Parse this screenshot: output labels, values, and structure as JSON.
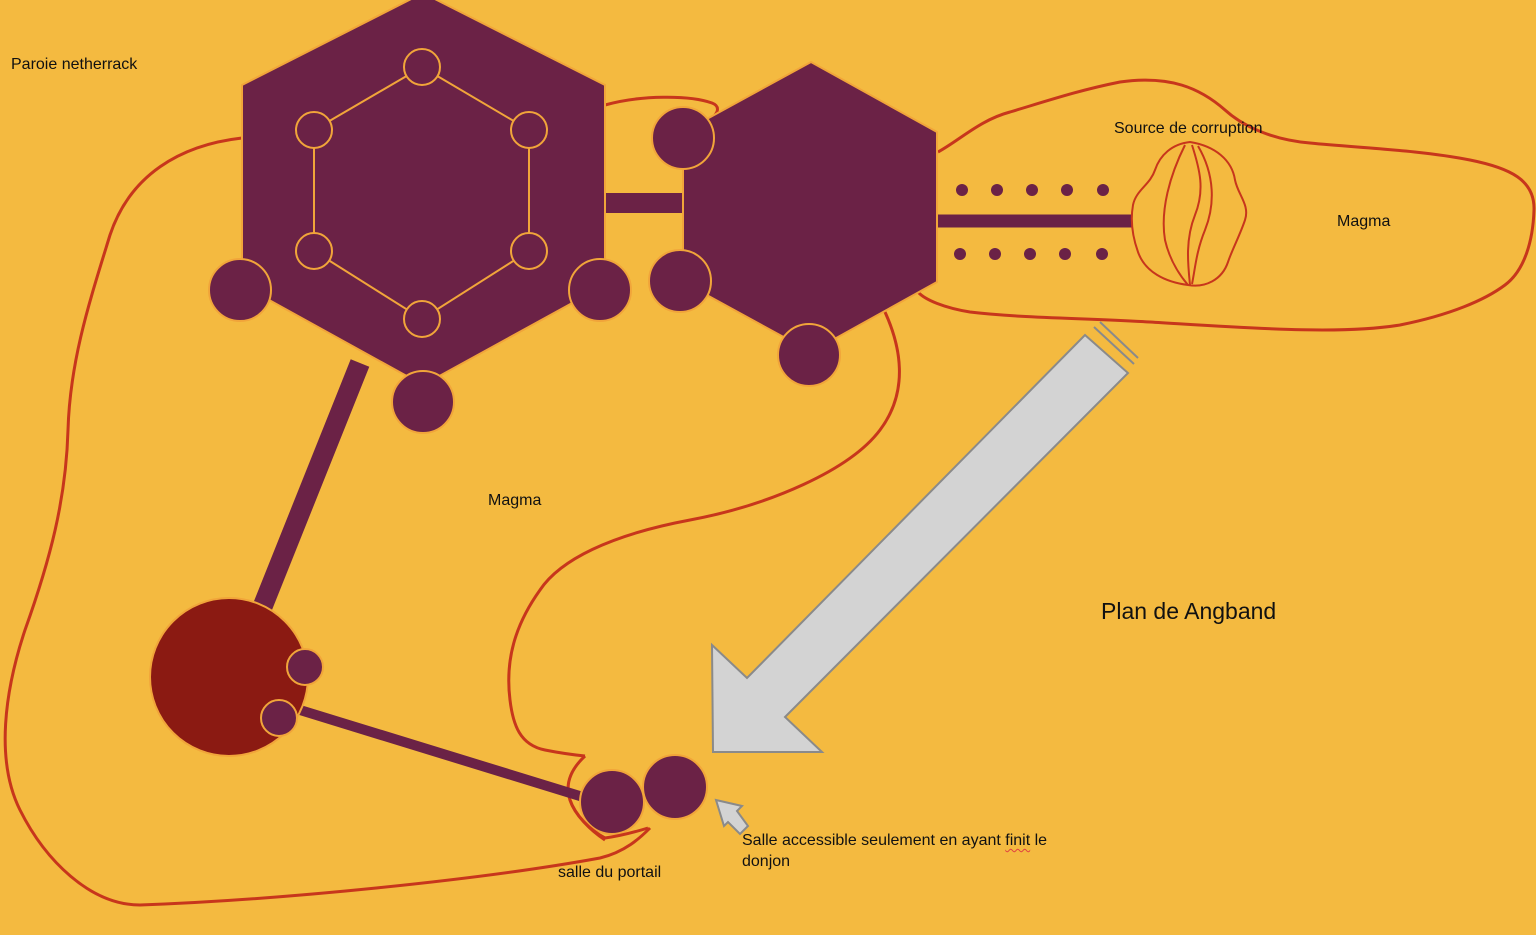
{
  "colors": {
    "background": "#F4BA40",
    "room": "#6B2246",
    "portal_room": "#8B1A12",
    "outline": "#F1A53A",
    "wall_line": "#C7361C",
    "arrow_fill": "#D3D3D3",
    "arrow_stroke": "#8A8A8A"
  },
  "labels": {
    "wall": "Paroie netherrack",
    "magma_center": "Magma",
    "magma_right": "Magma",
    "corruption_source": "Source de corruption",
    "title": "Plan de Angband",
    "portal_room": "salle du portail",
    "restricted_note_before": "Salle accessible seulement en ayant ",
    "restricted_note_squiggle": "finit",
    "restricted_note_after": " le donjon"
  }
}
